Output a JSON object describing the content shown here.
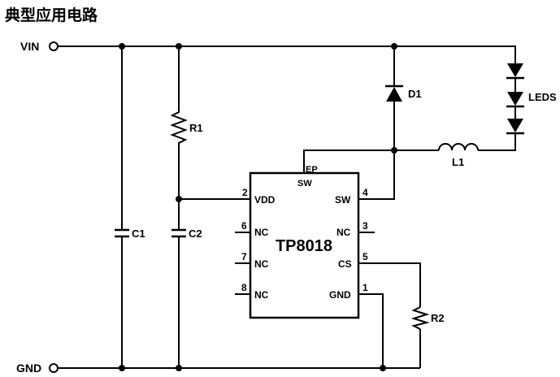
{
  "title": "典型应用电路",
  "rails": {
    "vin": "VIN",
    "gnd": "GND"
  },
  "components": {
    "c1": "C1",
    "c2": "C2",
    "r1": "R1",
    "r2": "R2",
    "d1": "D1",
    "l1": "L1",
    "leds": "LEDS"
  },
  "ic": {
    "name": "TP8018",
    "ep_label": "EP",
    "ep_sw": "SW",
    "pins": {
      "p1": {
        "num": "1",
        "name": "GND"
      },
      "p2": {
        "num": "2",
        "name": "VDD"
      },
      "p3": {
        "num": "3",
        "name": "NC"
      },
      "p4": {
        "num": "4",
        "name": "SW"
      },
      "p5": {
        "num": "5",
        "name": "CS"
      },
      "p6": {
        "num": "6",
        "name": "NC"
      },
      "p7": {
        "num": "7",
        "name": "NC"
      },
      "p8": {
        "num": "8",
        "name": "NC"
      }
    }
  }
}
